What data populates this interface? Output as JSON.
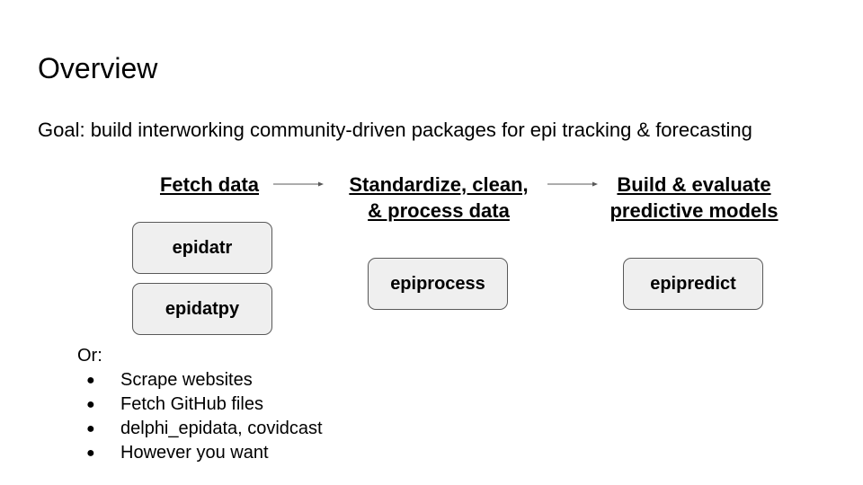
{
  "slide": {
    "title": "Overview",
    "goal": "Goal: build interworking community-driven packages for epi tracking & forecasting"
  },
  "pipeline": {
    "stages": [
      {
        "heading_line1": "Fetch data",
        "heading_line2": "",
        "packages": [
          "epidatr",
          "epidatpy"
        ]
      },
      {
        "heading_line1": "Standardize, clean,",
        "heading_line2": "& process data",
        "packages": [
          "epiprocess"
        ]
      },
      {
        "heading_line1": "Build & evaluate",
        "heading_line2": "predictive models",
        "packages": [
          "epipredict"
        ]
      }
    ],
    "arrow_icon": "right-arrow-icon"
  },
  "alternatives": {
    "label": "Or:",
    "bullet": "●",
    "items": [
      "Scrape websites",
      "Fetch GitHub files",
      "delphi_epidata, covidcast",
      "However you want"
    ]
  },
  "colors": {
    "box_fill": "#efefef",
    "box_border": "#595959",
    "arrow": "#595959",
    "text": "#000000"
  }
}
